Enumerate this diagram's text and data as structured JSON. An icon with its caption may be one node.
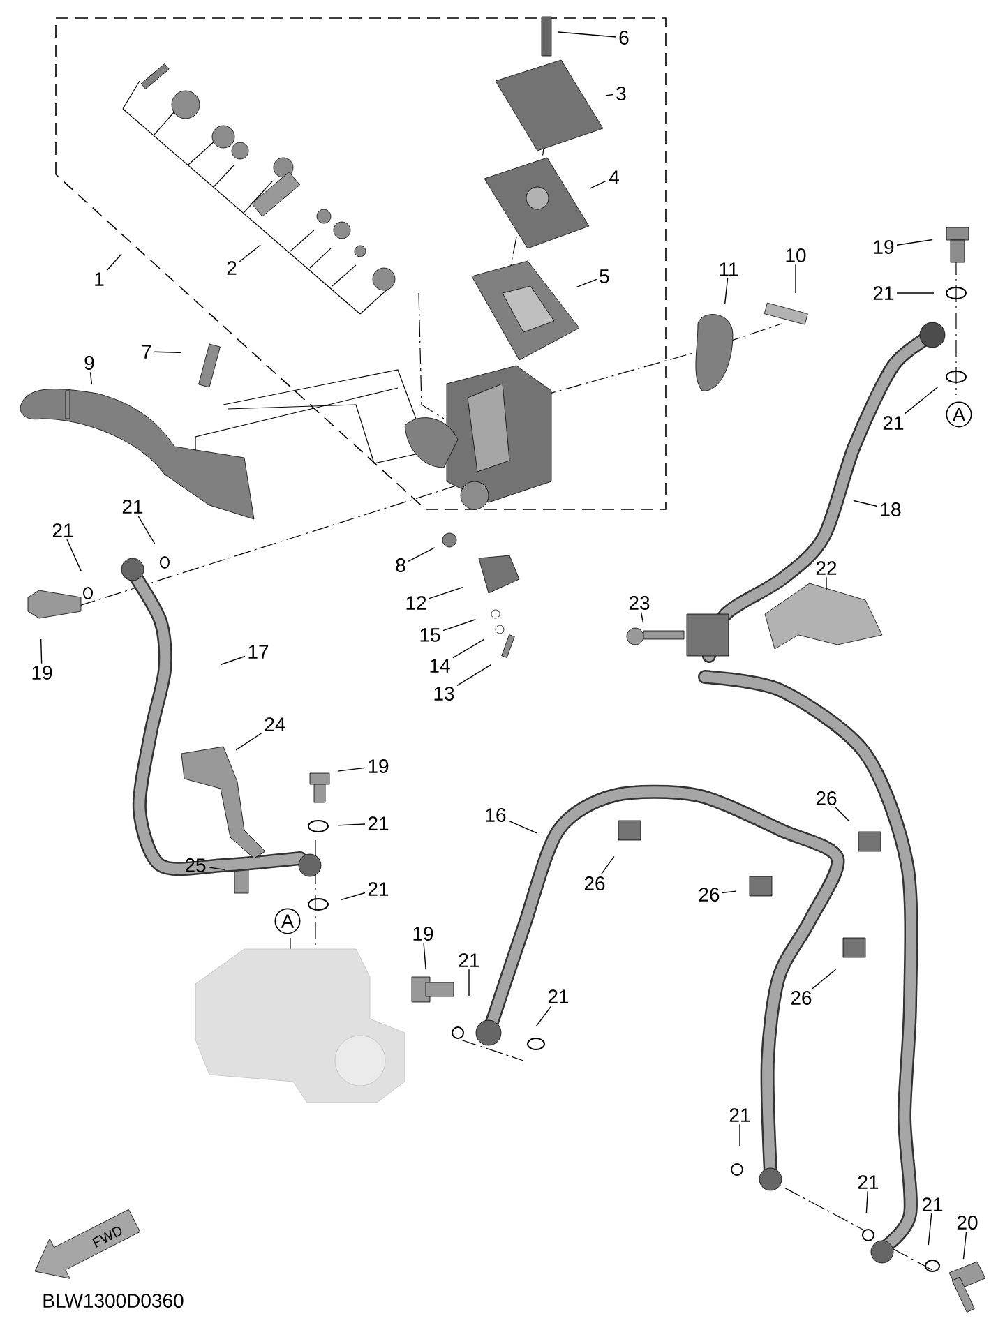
{
  "diagram": {
    "nodes": [
      {
        "text": [
          "6"
        ]
      },
      {
        "text": [
          "3"
        ]
      },
      {
        "text": [
          "4"
        ]
      },
      {
        "text": [
          "19"
        ]
      },
      {
        "text": [
          "10"
        ]
      },
      {
        "text": [
          "2"
        ]
      },
      {
        "text": [
          "11"
        ]
      },
      {
        "text": [
          "5"
        ]
      },
      {
        "text": [
          "1"
        ]
      },
      {
        "text": [
          "21"
        ]
      },
      {
        "text": [
          "7"
        ]
      },
      {
        "text": [
          "9"
        ]
      },
      {
        "text": [
          "A"
        ]
      },
      {
        "text": [
          "21"
        ]
      },
      {
        "text": [
          "21"
        ]
      },
      {
        "text": [
          "18"
        ]
      },
      {
        "text": [
          "21"
        ]
      },
      {
        "text": [
          "8"
        ]
      },
      {
        "text": [
          "22"
        ]
      },
      {
        "text": [
          "12"
        ]
      },
      {
        "text": [
          "23"
        ]
      },
      {
        "text": [
          "15"
        ]
      },
      {
        "text": [
          "17"
        ]
      },
      {
        "text": [
          "14"
        ]
      },
      {
        "text": [
          "19"
        ]
      },
      {
        "text": [
          "13"
        ]
      },
      {
        "text": [
          "24"
        ]
      },
      {
        "text": [
          "19"
        ]
      },
      {
        "text": [
          "26"
        ]
      },
      {
        "text": [
          "16"
        ]
      },
      {
        "text": [
          "21"
        ]
      },
      {
        "text": [
          "25"
        ]
      },
      {
        "text": [
          "26"
        ]
      },
      {
        "text": [
          "21"
        ]
      },
      {
        "text": [
          "26"
        ]
      },
      {
        "text": [
          "A"
        ]
      },
      {
        "text": [
          "19"
        ]
      },
      {
        "text": [
          "21"
        ]
      },
      {
        "text": [
          "21"
        ]
      },
      {
        "text": [
          "26"
        ]
      },
      {
        "text": [
          "21"
        ]
      },
      {
        "text": [
          "21"
        ]
      },
      {
        "text": [
          "21"
        ]
      },
      {
        "text": [
          "20"
        ]
      }
    ],
    "edges": [
      {
        "from": 0,
        "to": null,
        "arrow": "none"
      },
      {
        "from": 1,
        "to": null,
        "arrow": "none"
      },
      {
        "from": 2,
        "to": null,
        "arrow": "none"
      },
      {
        "from": 3,
        "to": null,
        "arrow": "none"
      },
      {
        "from": 4,
        "to": null,
        "arrow": "none"
      },
      {
        "from": 5,
        "to": null,
        "arrow": "none"
      },
      {
        "from": 6,
        "to": null,
        "arrow": "none"
      },
      {
        "from": 7,
        "to": null,
        "arrow": "none"
      },
      {
        "from": 8,
        "to": null,
        "arrow": "none"
      },
      {
        "from": 9,
        "to": null,
        "arrow": "none"
      },
      {
        "from": 10,
        "to": null,
        "arrow": "none"
      },
      {
        "from": 11,
        "to": null,
        "arrow": "none"
      },
      {
        "from": 13,
        "to": null,
        "arrow": "none"
      },
      {
        "from": 14,
        "to": null,
        "arrow": "none"
      },
      {
        "from": 15,
        "to": null,
        "arrow": "none"
      },
      {
        "from": 16,
        "to": null,
        "arrow": "none"
      },
      {
        "from": 17,
        "to": null,
        "arrow": "none"
      },
      {
        "from": 18,
        "to": null,
        "arrow": "none"
      },
      {
        "from": 19,
        "to": null,
        "arrow": "none"
      },
      {
        "from": 20,
        "to": null,
        "arrow": "none"
      },
      {
        "from": 21,
        "to": null,
        "arrow": "none"
      },
      {
        "from": 22,
        "to": null,
        "arrow": "none"
      },
      {
        "from": 23,
        "to": null,
        "arrow": "none"
      },
      {
        "from": 24,
        "to": null,
        "arrow": "none"
      },
      {
        "from": 25,
        "to": null,
        "arrow": "none"
      },
      {
        "from": 26,
        "to": null,
        "arrow": "none"
      },
      {
        "from": 27,
        "to": null,
        "arrow": "none"
      },
      {
        "from": 28,
        "to": null,
        "arrow": "none"
      },
      {
        "from": 29,
        "to": null,
        "arrow": "none"
      },
      {
        "from": 30,
        "to": null,
        "arrow": "none"
      },
      {
        "from": 31,
        "to": null,
        "arrow": "none"
      },
      {
        "from": 32,
        "to": null,
        "arrow": "none"
      },
      {
        "from": 33,
        "to": null,
        "arrow": "none"
      },
      {
        "from": 34,
        "to": null,
        "arrow": "none"
      },
      {
        "from": 36,
        "to": null,
        "arrow": "none"
      },
      {
        "from": 37,
        "to": null,
        "arrow": "none"
      },
      {
        "from": 38,
        "to": null,
        "arrow": "none"
      },
      {
        "from": 39,
        "to": null,
        "arrow": "none"
      },
      {
        "from": 40,
        "to": null,
        "arrow": "none"
      },
      {
        "from": 41,
        "to": null,
        "arrow": "none"
      },
      {
        "from": 42,
        "to": null,
        "arrow": "none"
      },
      {
        "from": 43,
        "to": null,
        "arrow": "none"
      }
    ],
    "labels": [
      "FWD",
      "BLW1300D0360"
    ]
  }
}
